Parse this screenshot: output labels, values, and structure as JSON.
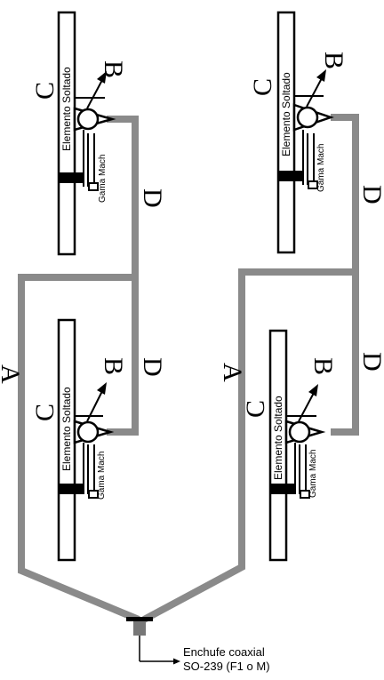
{
  "element_label": "Elemento Soltado",
  "gamma_label": "Gama Mach",
  "letters": {
    "a": "A",
    "b": "B",
    "c": "C",
    "d": "D"
  },
  "connector": {
    "line1": "Enchufe coaxial",
    "line2": "SO-239 (F1 o M)"
  },
  "colors": {
    "cable": "#8a8a8a",
    "connector": "#777777",
    "ink": "#000000"
  }
}
